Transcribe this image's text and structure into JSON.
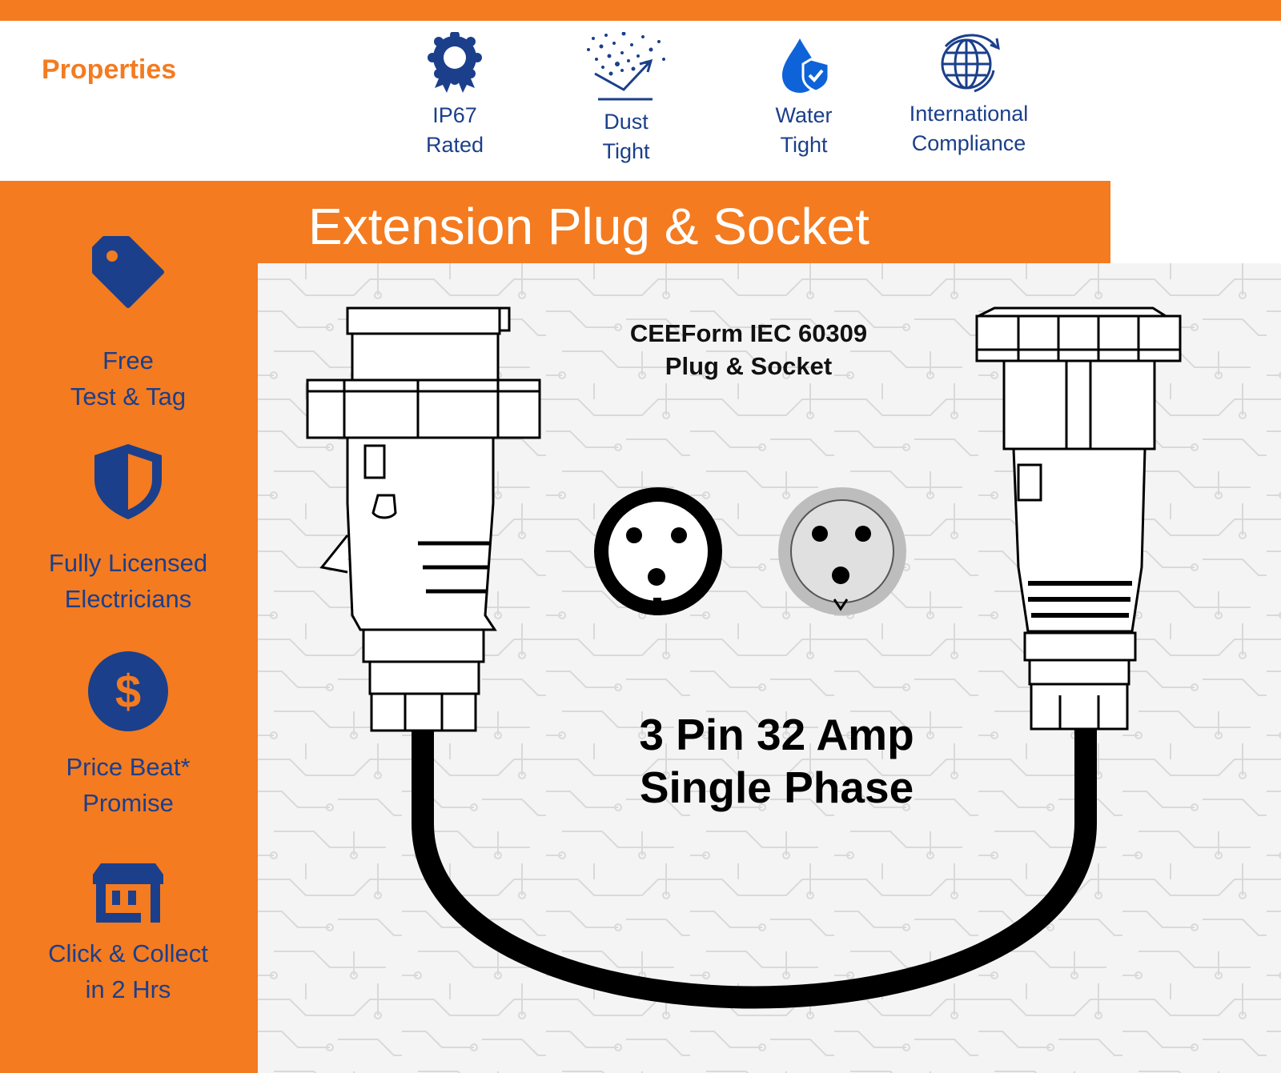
{
  "properties": {
    "heading": "Properties",
    "items": [
      {
        "icon": "award-badge-icon",
        "line1": "IP67",
        "line2": "Rated"
      },
      {
        "icon": "dust-icon",
        "line1": "Dust",
        "line2": "Tight"
      },
      {
        "icon": "water-drop-shield-icon",
        "line1": "Water",
        "line2": "Tight"
      },
      {
        "icon": "globe-icon",
        "line1": "International",
        "line2": "Compliance"
      }
    ]
  },
  "title": "Extension Plug & Socket",
  "benefits": [
    {
      "icon": "price-tag-icon",
      "line1": "Free",
      "line2": "Test & Tag"
    },
    {
      "icon": "shield-icon",
      "line1": "Fully Licensed",
      "line2": "Electricians"
    },
    {
      "icon": "dollar-coin-icon",
      "line1": "Price Beat*",
      "line2": "Promise"
    },
    {
      "icon": "store-icon",
      "line1": "Click & Collect",
      "line2": "in 2 Hrs"
    }
  ],
  "spec": {
    "line1": "CEEForm IEC 60309",
    "line2": "Plug & Socket"
  },
  "pin": {
    "line1": "3 Pin 32 Amp",
    "line2": "Single Phase"
  },
  "colors": {
    "accent": "#f47b20",
    "brand_blue": "#1b3f8b",
    "icon_blue": "#0e63d8"
  }
}
